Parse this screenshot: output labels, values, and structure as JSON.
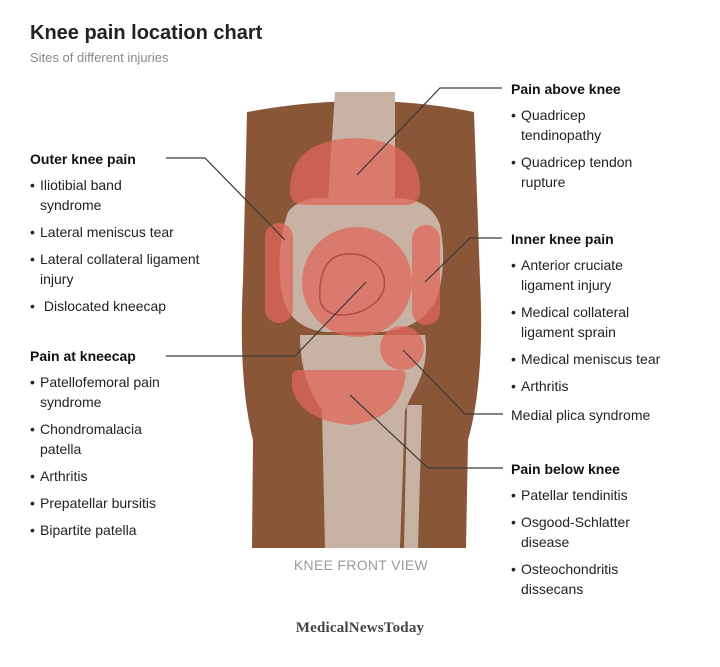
{
  "header": {
    "title": "Knee pain location chart",
    "subtitle": "Sites of different injuries"
  },
  "groups": {
    "outer": {
      "heading": "Outer knee pain",
      "items": [
        "Iliotibial band syndrome",
        "Lateral meniscus tear",
        "Lateral collateral ligament injury",
        " Dislocated kneecap"
      ]
    },
    "kneecap": {
      "heading": "Pain at kneecap",
      "items": [
        "Patellofemoral pain syndrome",
        "Chondromalacia patella",
        "Arthritis",
        "Prepatellar bursitis",
        "Bipartite patella"
      ]
    },
    "above": {
      "heading": "Pain above knee",
      "items": [
        "Quadricep tendinopathy",
        "Quadricep tendon rupture"
      ]
    },
    "inner": {
      "heading": "Inner knee pain",
      "items": [
        "Anterior cruciate ligament injury",
        "Medical collateral ligament sprain",
        "Medical meniscus tear",
        "Arthritis"
      ]
    },
    "plica": {
      "label": "Medial plica syndrome"
    },
    "below": {
      "heading": "Pain below knee",
      "items": [
        "Patellar tendinitis",
        "Osgood-Schlatter disease",
        "Osteochondritis dissecans"
      ]
    }
  },
  "diagram": {
    "caption": "KNEE FRONT VIEW",
    "colors": {
      "skin": "#8a5638",
      "bone": "#c8b2a4",
      "pain": "#e0675a",
      "line": "#3a3a3a"
    }
  },
  "footer": {
    "brand": "MedicalNewsToday"
  }
}
